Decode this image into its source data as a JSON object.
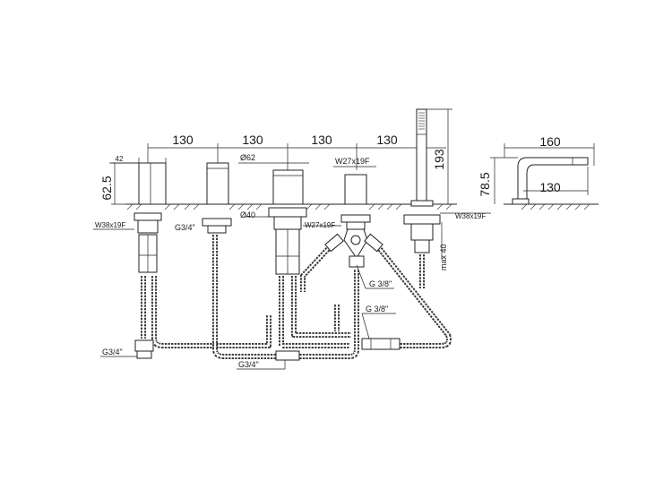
{
  "dimensions": {
    "spacing": [
      "130",
      "130",
      "130",
      "130"
    ],
    "spout_length": "160",
    "spout_reach": "130",
    "spout_height": "78.5",
    "handshower_height": "193",
    "deck_height": "62.5",
    "handle_width": "42",
    "diverter_dia": "Ø62",
    "diverter_base_dia": "Ø40",
    "max_deck": "max 40"
  },
  "threads": {
    "w38_left": "W38x19F",
    "w38_right": "W38x19F",
    "w27_top": "W27x19F",
    "w27_mid": "W27x19F",
    "g34_top": "G3/4\"",
    "g34_left": "G3/4\"",
    "g34_bottom": "G3/4\"",
    "g38_a": "G 3/8\"",
    "g38_b": "G 3/8\""
  }
}
